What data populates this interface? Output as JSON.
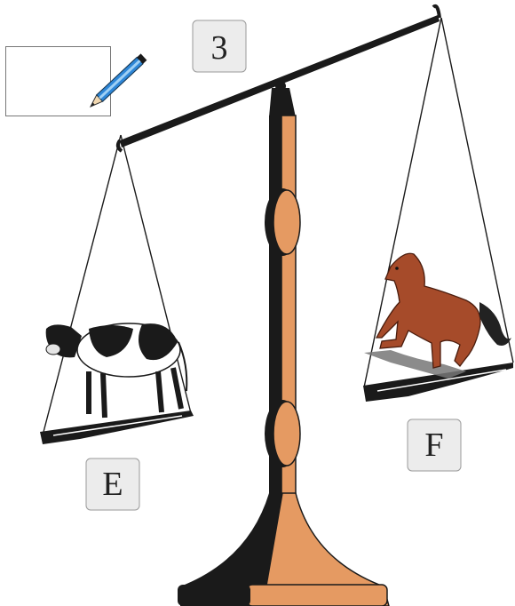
{
  "labels": {
    "problem_number": "3",
    "left_pan": "E",
    "right_pan": "F"
  },
  "icons": {
    "pencil": "pencil-icon",
    "cow": "cow-icon",
    "horse": "horse-icon"
  },
  "colors": {
    "pillar": "#e59a62",
    "pillar_shadow": "#1a1a1a",
    "pan": "#1a1a1a",
    "horse": "#a64b2a",
    "pencil_body": "#2e86d6"
  }
}
